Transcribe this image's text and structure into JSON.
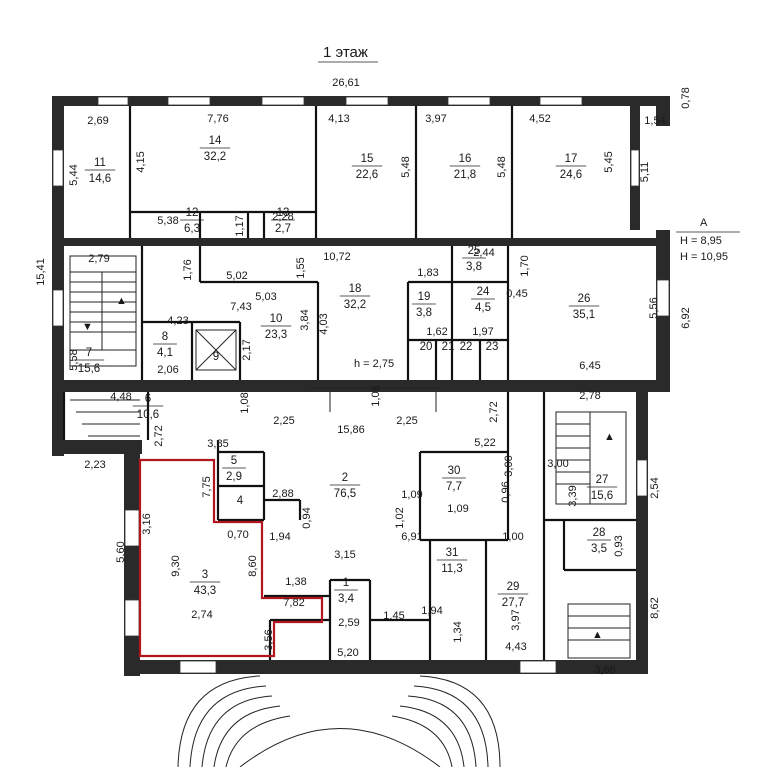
{
  "title": "1 этаж",
  "axis": {
    "label": "A",
    "h1": "H = 8,95",
    "h2": "H = 10,95"
  },
  "ceiling": "h = 2,75",
  "rooms": [
    {
      "n": "1",
      "a": "3,4"
    },
    {
      "n": "2",
      "a": "76,5"
    },
    {
      "n": "3",
      "a": "43,3"
    },
    {
      "n": "4",
      "a": ""
    },
    {
      "n": "5",
      "a": "2,9"
    },
    {
      "n": "6",
      "a": "10,6"
    },
    {
      "n": "7",
      "a": "15,6"
    },
    {
      "n": "8",
      "a": "4,1"
    },
    {
      "n": "9",
      "a": ""
    },
    {
      "n": "10",
      "a": "23,3"
    },
    {
      "n": "11",
      "a": "14,6"
    },
    {
      "n": "12",
      "a": "6,3"
    },
    {
      "n": "13",
      "a": "2,7"
    },
    {
      "n": "14",
      "a": "32,2"
    },
    {
      "n": "15",
      "a": "22,6"
    },
    {
      "n": "16",
      "a": "21,8"
    },
    {
      "n": "17",
      "a": "24,6"
    },
    {
      "n": "18",
      "a": "32,2"
    },
    {
      "n": "19",
      "a": "3,8"
    },
    {
      "n": "20",
      "a": ""
    },
    {
      "n": "21",
      "a": ""
    },
    {
      "n": "22",
      "a": ""
    },
    {
      "n": "23",
      "a": ""
    },
    {
      "n": "24",
      "a": "4,5"
    },
    {
      "n": "25",
      "a": "3,8"
    },
    {
      "n": "26",
      "a": "35,1"
    },
    {
      "n": "27",
      "a": "15,6"
    },
    {
      "n": "28",
      "a": "3,5"
    },
    {
      "n": "29",
      "a": "27,7"
    },
    {
      "n": "30",
      "a": "7,7"
    },
    {
      "n": "31",
      "a": "11,3"
    }
  ],
  "dims": [
    "26,61",
    "0,78",
    "2,69",
    "7,76",
    "4,13",
    "3,97",
    "4,52",
    "1,54",
    "5,44",
    "4,15",
    "5,48",
    "5,48",
    "5,45",
    "5,11",
    "5,38",
    "1,17",
    "2,28",
    "15,41",
    "2,79",
    "10,72",
    "1,76",
    "5,02",
    "1,55",
    "1,83",
    "2,44",
    "1,70",
    "0,45",
    "5,03",
    "4,23",
    "7,43",
    "3,84",
    "4,03",
    "1,62",
    "1,97",
    "5,56",
    "6,92",
    "5,58",
    "2,06",
    "2,17",
    "6,45",
    "4,48",
    "1,08",
    "2,25",
    "15,86",
    "1,05",
    "2,25",
    "2,72",
    "2,78",
    "2,72",
    "3,85",
    "5,22",
    "3,00",
    "2,23",
    "3,00",
    "2,54",
    "7,75",
    "2,88",
    "0,94",
    "1,09",
    "0,96",
    "3,16",
    "0,70",
    "1,94",
    "1,02",
    "1,09",
    "3,39",
    "5,60",
    "9,30",
    "8,60",
    "3,15",
    "6,91",
    "1,00",
    "0,93",
    "1,38",
    "2,74",
    "7,82",
    "2,59",
    "1,45",
    "1,94",
    "3,97",
    "8,62",
    "3,56",
    "1,34",
    "5,20",
    "4,43",
    "3,66",
    "3,00"
  ]
}
